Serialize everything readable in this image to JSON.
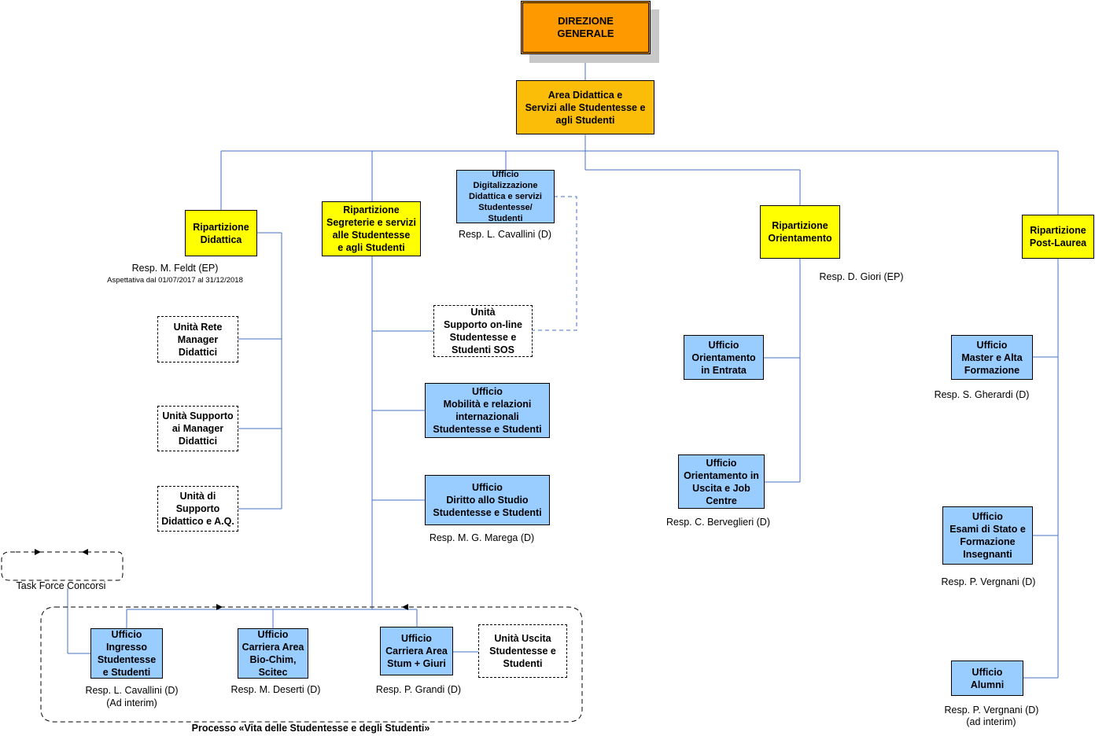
{
  "top": {
    "direzione": "DIREZIONE\nGENERALE",
    "area": "Area Didattica e\nServizi alle Studentesse e\nagli Studenti"
  },
  "ripartizioni": {
    "didattica": "Ripartizione\nDidattica",
    "segreterie": "Ripartizione\nSegreterie e servizi\nalle Studentesse\ne agli Studenti",
    "orientamento": "Ripartizione\nOrientamento",
    "post_laurea": "Ripartizione\nPost-Laurea"
  },
  "uffici": {
    "digitalizzazione": "Ufficio\nDigitalizzazione\nDidattica e servizi\nStudentesse/\nStudenti",
    "mobilita": "Ufficio\nMobilità e relazioni\ninternazionali\nStudentesse e Studenti",
    "diritto_studio": "Ufficio\nDiritto allo Studio\nStudentesse e Studenti",
    "orient_entrata": "Ufficio\nOrientamento\nin Entrata",
    "orient_uscita": "Ufficio\nOrientamento in\nUscita e Job\nCentre",
    "master": "Ufficio\nMaster e Alta\nFormazione",
    "esami_stato": "Ufficio\nEsami di Stato e\nFormazione\nInsegnanti",
    "alumni": "Ufficio\nAlumni",
    "ingresso": "Ufficio\nIngresso\nStudentesse\ne Studenti",
    "carriera_bio": "Ufficio\nCarriera Area\nBio-Chim,\nScitec",
    "carriera_stum": "Ufficio\nCarriera Area\nStum + Giuri"
  },
  "unita": {
    "rete_manager": "Unità Rete\nManager\nDidattici",
    "supporto_manager": "Unità Supporto\nai Manager\nDidattici",
    "supporto_aq": "Unità di\nSupporto\nDidattico e A.Q.",
    "sos": "Unità\nSupporto on-line\nStudentesse e\nStudenti SOS",
    "uscita": "Unità Uscita\nStudentesse e\nStudenti"
  },
  "responsabili": {
    "feldt": "Resp. M. Feldt (EP)",
    "aspettativa": "Aspettativa dal 01/07/2017 al 31/12/2018",
    "cavallini_dig": "Resp. L. Cavallini (D)",
    "giori": "Resp. D. Giori (EP)",
    "gherardi": "Resp. S. Gherardi (D)",
    "marega": "Resp. M. G. Marega (D)",
    "berveglieri": "Resp. C. Berveglieri (D)",
    "vergnani_esami": "Resp. P. Vergnani (D)",
    "cavallini_ingresso": "Resp. L. Cavallini (D)",
    "ad_interim_1": "(Ad interim)",
    "deserti": "Resp. M. Deserti (D)",
    "grandi": "Resp. P. Grandi (D)",
    "vergnani_alumni": "Resp. P. Vergnani (D)",
    "ad_interim_2": "(ad interim)"
  },
  "labels": {
    "task_force": "Task Force Concorsi",
    "processo": "Processo «Vita delle Studentesse e degli Studenti»"
  },
  "colors": {
    "direzione": "#ff9900",
    "area": "#fbbd08",
    "ripartizione": "#ffff00",
    "ufficio": "#99ccff",
    "unita": "#ffffff",
    "connector": "#4472c4"
  }
}
